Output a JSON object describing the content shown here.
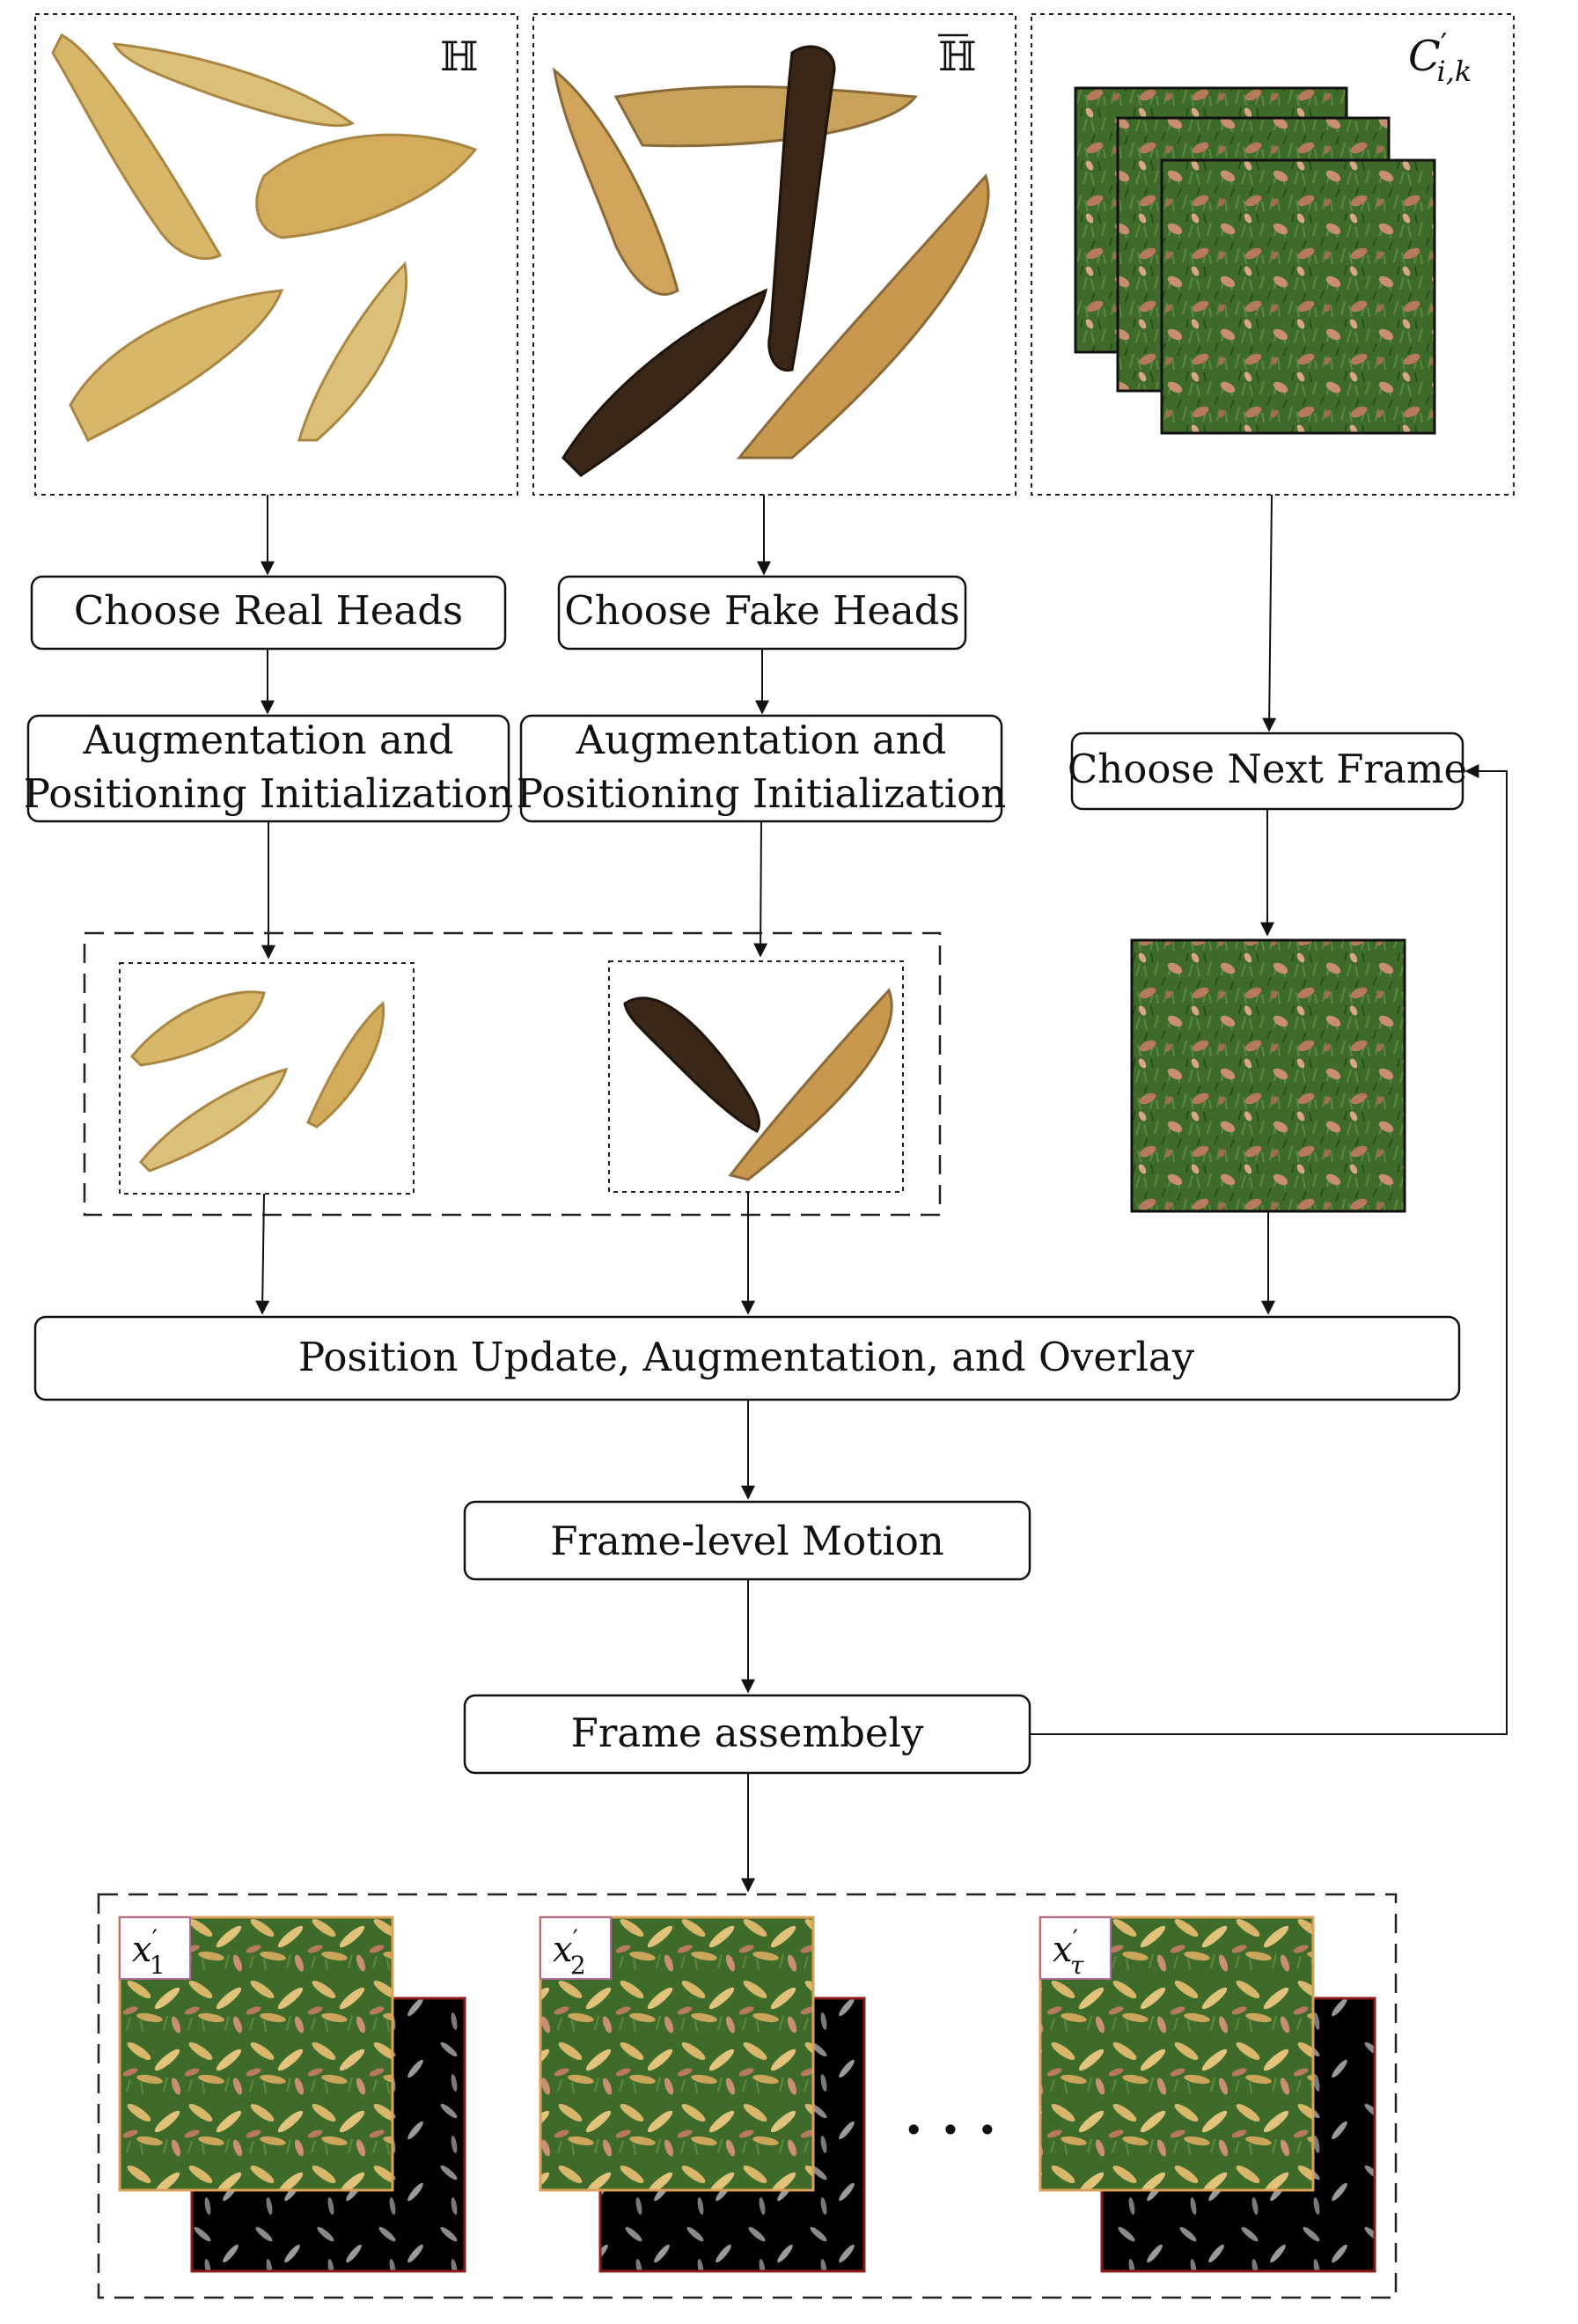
{
  "panels": {
    "real_symbol": "ℍ",
    "fake_symbol": "ℍ",
    "context_label": {
      "base": "C",
      "sup": "′",
      "sub": "i,k"
    }
  },
  "steps": {
    "choose_real": "Choose Real Heads",
    "choose_fake": "Choose Fake Heads",
    "aug_real_line1": "Augmentation and",
    "aug_real_line2": "Positioning Initialization",
    "aug_fake_line1": "Augmentation and",
    "aug_fake_line2": "Positioning Initialization",
    "choose_next_frame": "Choose Next Frame",
    "position_update": "Position Update, Augmentation, and Overlay",
    "frame_motion": "Frame-level Motion",
    "frame_assembly": "Frame assembely"
  },
  "outputs": [
    {
      "base": "x",
      "sup": "′",
      "sub": "1"
    },
    {
      "base": "x",
      "sup": "′",
      "sub": "2"
    },
    {
      "base": "x",
      "sup": "′",
      "sub": "τ"
    }
  ],
  "ellipsis": "· · ·",
  "colors": {
    "grass": "#3e6b2a",
    "grass_dark": "#2b4d1e",
    "leaf": "#c98f72",
    "wheat": "#d8b66a",
    "wheat_dark": "#a98743",
    "dark_head": "#3a2616",
    "output_border": "#d9a15a",
    "label_border": "#b06a9a",
    "mask_border": "#8b1a1a"
  }
}
